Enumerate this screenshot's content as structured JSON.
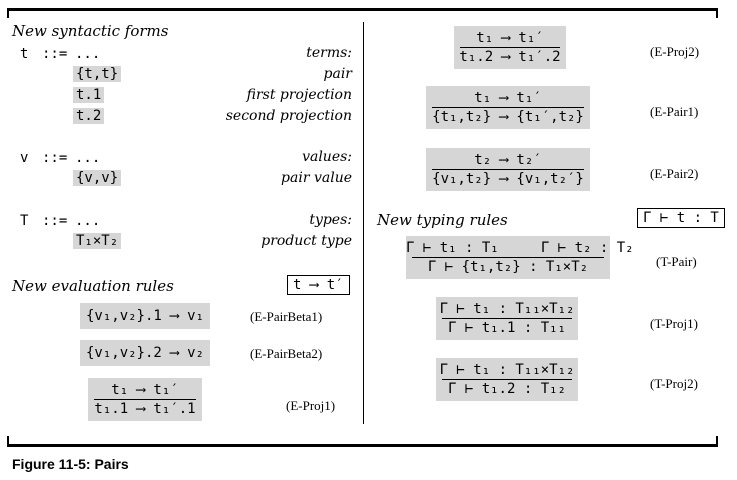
{
  "left": {
    "syntax_heading": "New syntactic forms",
    "terms": {
      "meta": "t",
      "defs": "::=",
      "dots": "...",
      "label": "terms:",
      "items": [
        {
          "form": "{t,t}",
          "label": "pair"
        },
        {
          "form": "t.1",
          "label": "first projection"
        },
        {
          "form": "t.2",
          "label": "second projection"
        }
      ]
    },
    "values": {
      "meta": "v",
      "defs": "::=",
      "dots": "...",
      "label": "values:",
      "items": [
        {
          "form": "{v,v}",
          "label": "pair value"
        }
      ]
    },
    "types": {
      "meta": "T",
      "defs": "::=",
      "dots": "...",
      "label": "types:",
      "items": [
        {
          "form": "T₁×T₂",
          "label": "product type"
        }
      ]
    },
    "eval_heading": "New evaluation rules",
    "eval_judgment": "t ⟶ t′",
    "eval_rules": [
      {
        "conclusion": "{v₁,v₂}.1 ⟶ v₁",
        "name": "(E-PairBeta1)"
      },
      {
        "conclusion": "{v₁,v₂}.2 ⟶ v₂",
        "name": "(E-PairBeta2)"
      },
      {
        "premise": "t₁ ⟶ t₁′",
        "conclusion": "t₁.1 ⟶ t₁′.1",
        "name": "(E-Proj1)"
      }
    ]
  },
  "right": {
    "eval_rules": [
      {
        "premise": "t₁ ⟶ t₁′",
        "conclusion": "t₁.2 ⟶ t₁′.2",
        "name": "(E-Proj2)"
      },
      {
        "premise": "t₁ ⟶ t₁′",
        "conclusion": "{t₁,t₂} ⟶ {t₁′,t₂}",
        "name": "(E-Pair1)"
      },
      {
        "premise": "t₂ ⟶ t₂′",
        "conclusion": "{v₁,t₂} ⟶ {v₁,t₂′}",
        "name": "(E-Pair2)"
      }
    ],
    "typing_heading": "New typing rules",
    "typing_judgment": "Γ ⊢ t : T",
    "typing_rules": [
      {
        "premise": "Γ ⊢ t₁ : T₁     Γ ⊢ t₂ : T₂",
        "conclusion": "Γ ⊢ {t₁,t₂} : T₁×T₂",
        "name": "(T-Pair)"
      },
      {
        "premise": "Γ ⊢ t₁ : T₁₁×T₁₂",
        "conclusion": "Γ ⊢ t₁.1 : T₁₁",
        "name": "(T-Proj1)"
      },
      {
        "premise": "Γ ⊢ t₁ : T₁₁×T₁₂",
        "conclusion": "Γ ⊢ t₁.2 : T₁₂",
        "name": "(T-Proj2)"
      }
    ]
  },
  "caption": "Figure 11-5: Pairs"
}
